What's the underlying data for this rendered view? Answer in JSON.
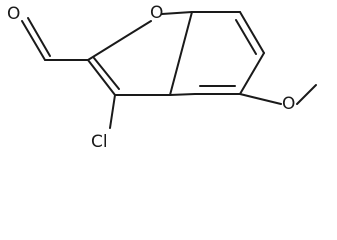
{
  "molecule": {
    "atom_labels": {
      "aldehyde_oxygen": "O",
      "ring_oxygen": "O",
      "chlorine": "Cl",
      "methoxy_oxygen": "O"
    }
  },
  "colors": {
    "bond": "#1a1a1a",
    "label": "#1a1a1a",
    "background": "#ffffff"
  }
}
